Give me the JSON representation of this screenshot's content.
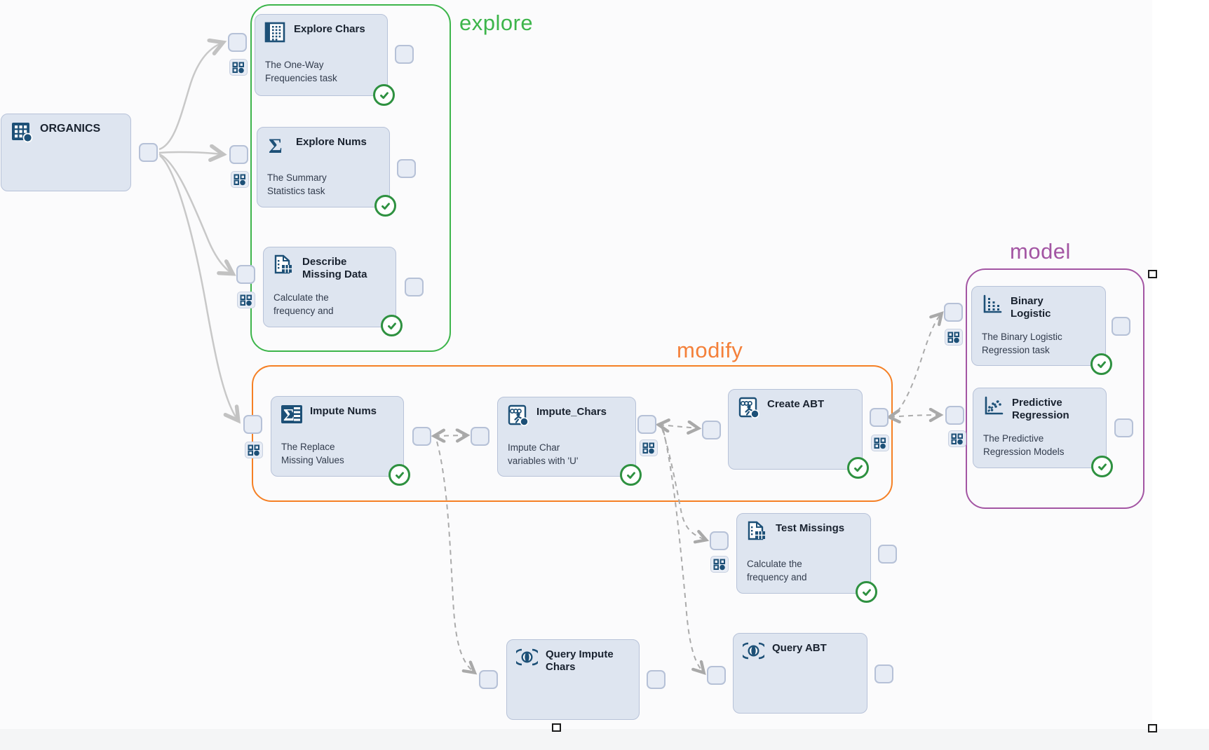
{
  "groups": [
    {
      "id": "explore",
      "label": "explore",
      "color": "#3db54b"
    },
    {
      "id": "modify",
      "label": "modify",
      "color": "#f58025"
    },
    {
      "id": "model",
      "label": "model",
      "color": "#a355a3"
    }
  ],
  "nodes": [
    {
      "id": "organics",
      "title": "ORGANICS",
      "desc": "",
      "icon": "data-table-icon",
      "completed": false
    },
    {
      "id": "explore-chars",
      "title": "Explore Chars",
      "desc": "The One-Way Frequencies task",
      "icon": "frequency-table-icon",
      "completed": true
    },
    {
      "id": "explore-nums",
      "title": "Explore Nums",
      "desc": "The Summary Statistics task",
      "icon": "sigma-icon",
      "completed": true
    },
    {
      "id": "describe-missing-data",
      "title": "Describe Missing Data",
      "desc": "Calculate the frequency and",
      "icon": "document-table-icon",
      "completed": true
    },
    {
      "id": "impute-nums",
      "title": "Impute Nums",
      "desc": "The Replace Missing Values",
      "icon": "sigma-table-icon",
      "completed": true
    },
    {
      "id": "impute-chars",
      "title": "Impute_Chars",
      "desc": "Impute Char variables with 'U'",
      "icon": "program-icon",
      "completed": true
    },
    {
      "id": "create-abt",
      "title": "Create ABT",
      "desc": "",
      "icon": "program-icon",
      "completed": true
    },
    {
      "id": "binary-logistic",
      "title": "Binary Logistic",
      "desc": "The Binary Logistic Regression task",
      "icon": "bar-chart-icon",
      "completed": true
    },
    {
      "id": "predictive-regression",
      "title": "Predictive Regression",
      "desc": "The Predictive Regression Models",
      "icon": "scatter-plot-icon",
      "completed": true
    },
    {
      "id": "test-missings",
      "title": "Test Missings",
      "desc": "Calculate the frequency and",
      "icon": "document-table-icon",
      "completed": true
    },
    {
      "id": "query-impute-chars",
      "title": "Query Impute Chars",
      "desc": "",
      "icon": "query-icon",
      "completed": false
    },
    {
      "id": "query-abt",
      "title": "Query ABT",
      "desc": "",
      "icon": "query-icon",
      "completed": false
    }
  ],
  "colors": {
    "node_fill": "#dee5f0",
    "node_border": "#b7c2d8",
    "port_fill": "#e7ecf5",
    "icon_navy": "#1d5077",
    "check_green": "#2e9140",
    "connector_solid": "#c8c8c8",
    "connector_dashed": "#ababab"
  }
}
